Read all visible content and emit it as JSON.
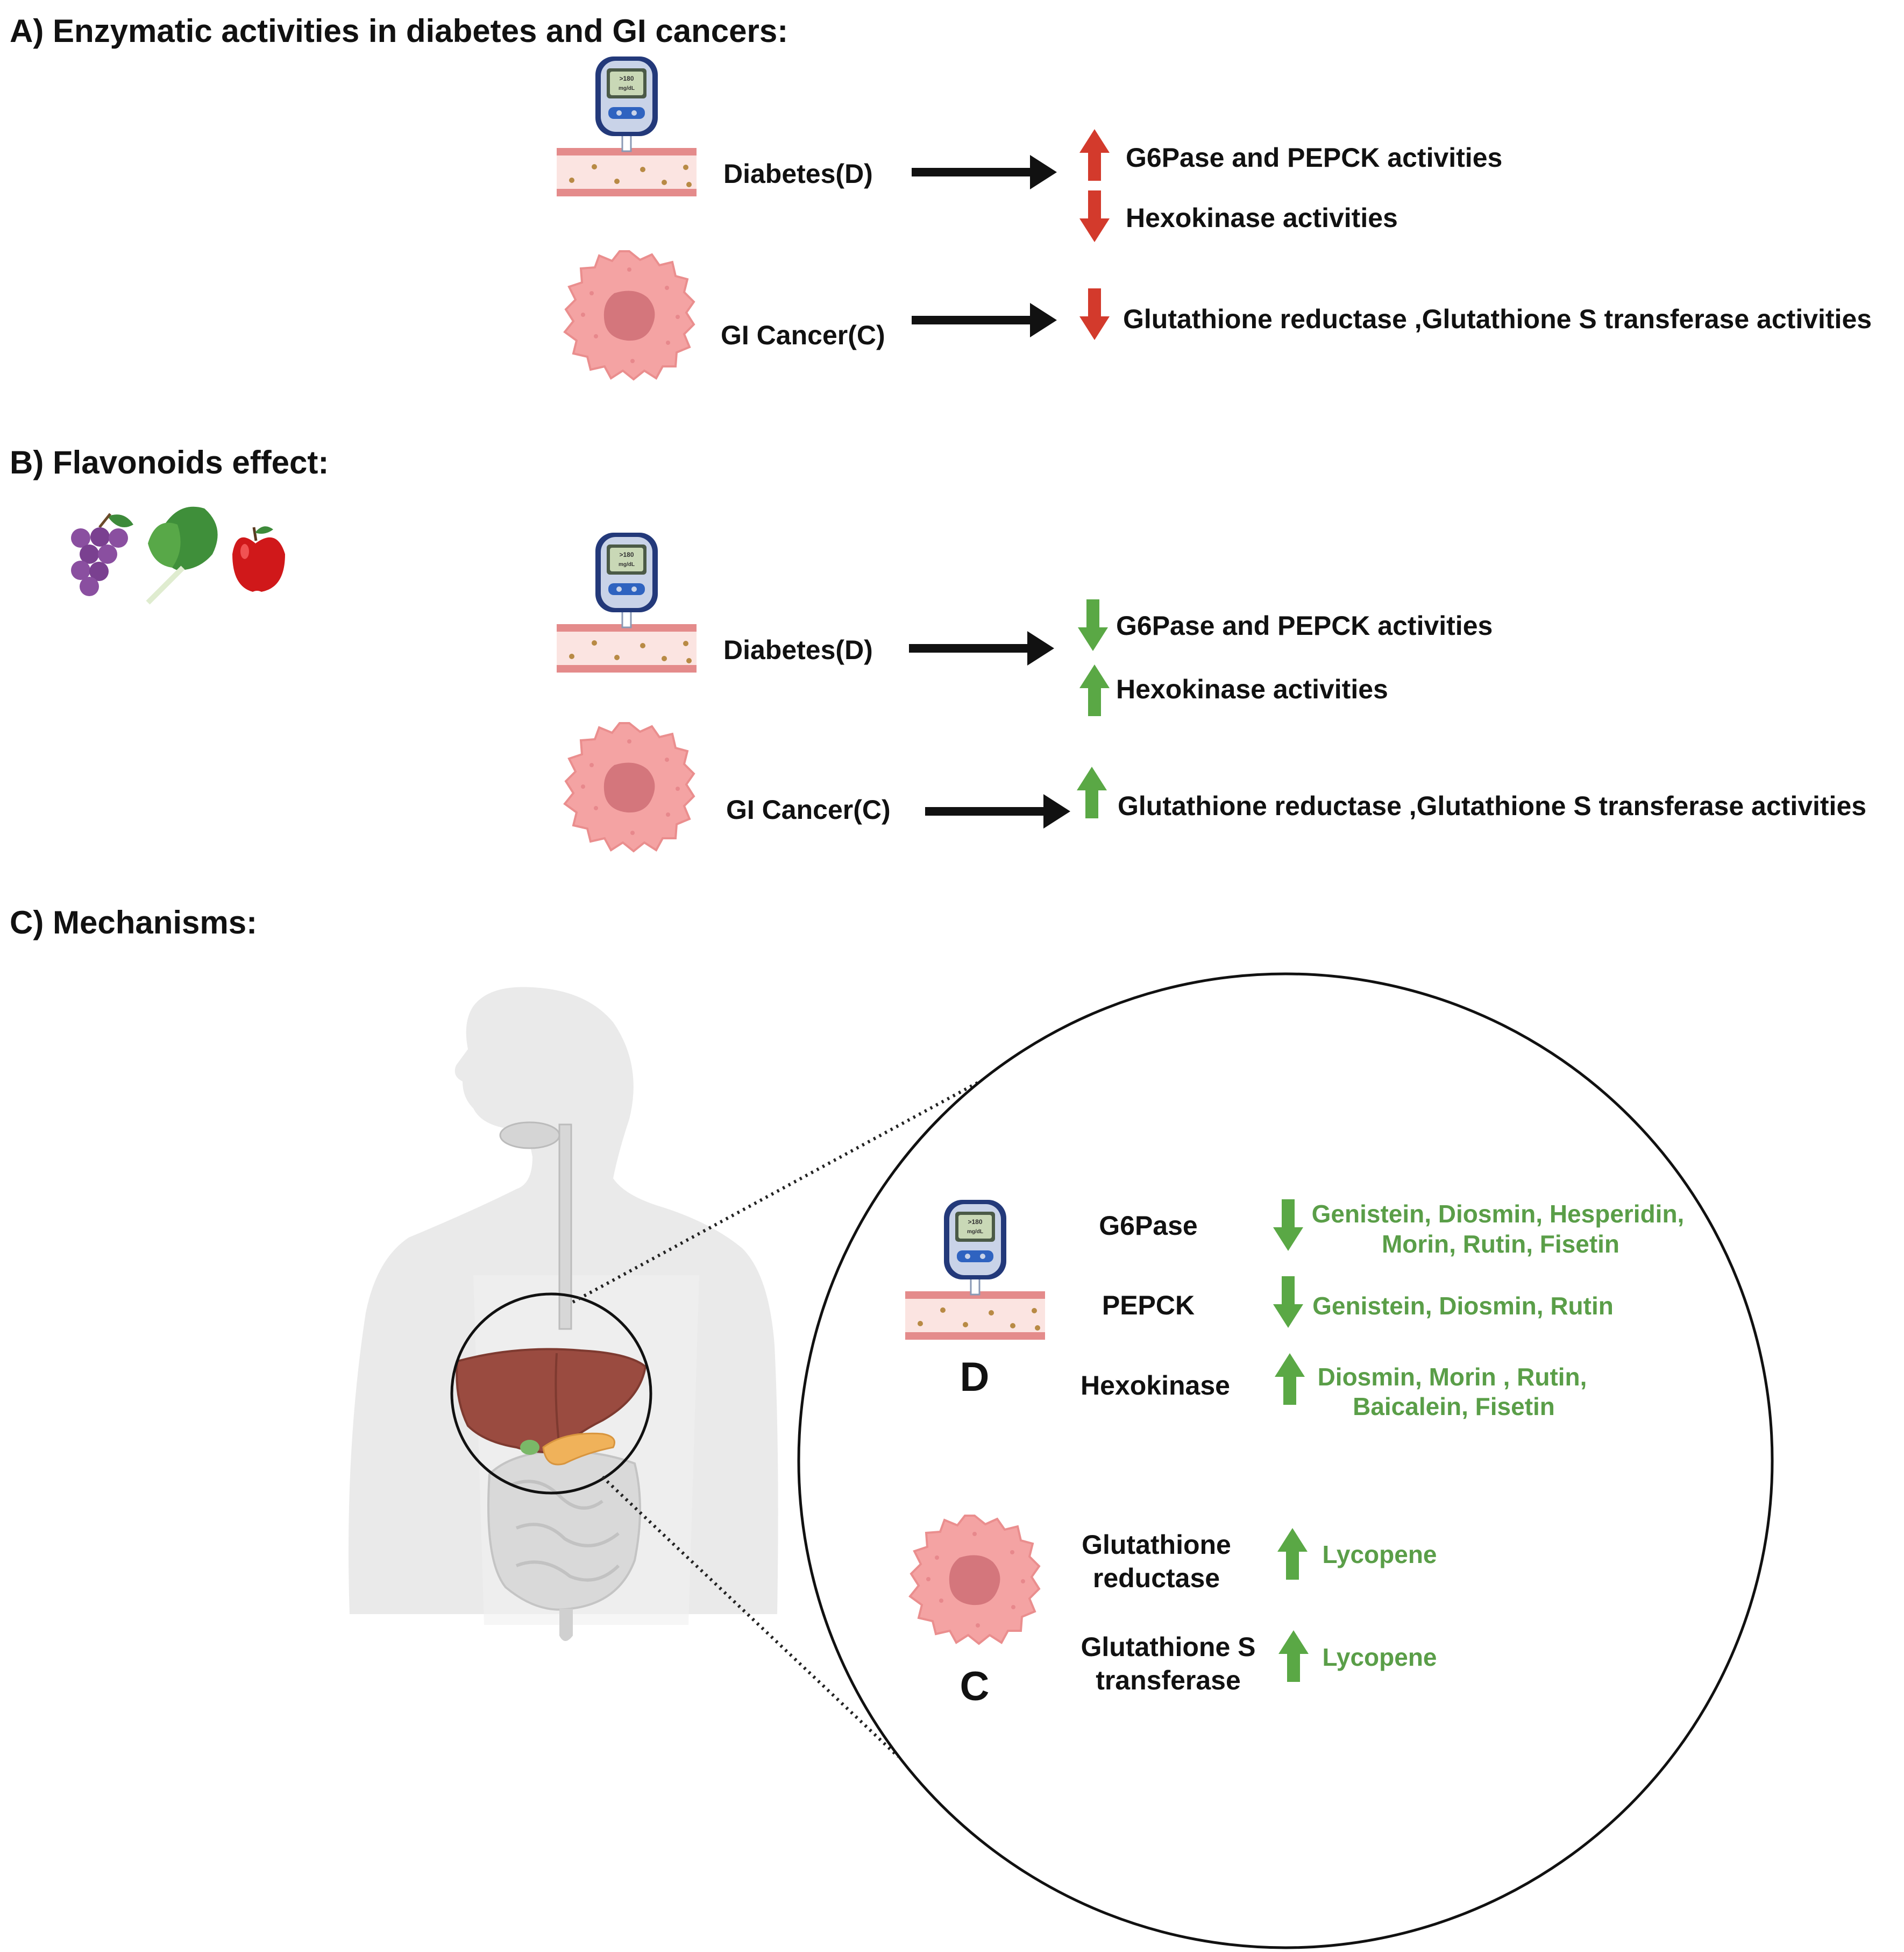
{
  "sectionA": {
    "heading": "A)  Enzymatic activities in diabetes and GI cancers:",
    "diabetes_label": "Diabetes(D)",
    "cancer_label": "GI Cancer(C)",
    "effects": [
      {
        "direction": "up",
        "text": "G6Pase and PEPCK activities"
      },
      {
        "direction": "down",
        "text": "Hexokinase activities"
      },
      {
        "direction": "down",
        "text": "Glutathione reductase ,Glutathione S transferase activities"
      }
    ]
  },
  "sectionB": {
    "heading": "B) Flavonoids effect:",
    "diabetes_label": "Diabetes(D)",
    "cancer_label": "GI Cancer(C)",
    "effects": [
      {
        "direction": "down",
        "text": "G6Pase and PEPCK activities"
      },
      {
        "direction": "up",
        "text": "Hexokinase activities"
      },
      {
        "direction": "up",
        "text": "Glutathione reductase ,Glutathione S transferase activities"
      }
    ]
  },
  "sectionC": {
    "heading": "C) Mechanisms:",
    "label_d": "D",
    "label_c": "C",
    "enzymes": [
      {
        "name": [
          "G6Pase"
        ],
        "direction": "down",
        "compounds": [
          "Genistein, Diosmin, Hesperidin,",
          "Morin, Rutin, Fisetin"
        ]
      },
      {
        "name": [
          "PEPCK"
        ],
        "direction": "down",
        "compounds": [
          "Genistein, Diosmin, Rutin"
        ]
      },
      {
        "name": [
          "Hexokinase"
        ],
        "direction": "up",
        "compounds": [
          "Diosmin, Morin , Rutin,",
          "Baicalein, Fisetin"
        ]
      },
      {
        "name": [
          "Glutathione",
          "reductase"
        ],
        "direction": "up",
        "compounds": [
          "Lycopene"
        ]
      },
      {
        "name": [
          "Glutathione S",
          "transferase"
        ],
        "direction": "up",
        "compounds": [
          "Lycopene"
        ]
      }
    ]
  },
  "glucometer_display": [
    ">180",
    "mg/dL"
  ],
  "colors": {
    "up_red": "#d33a2c",
    "down_red": "#d33a2c",
    "green": "#5aa845",
    "compound_text": "#5a9e48",
    "black": "#111111"
  }
}
